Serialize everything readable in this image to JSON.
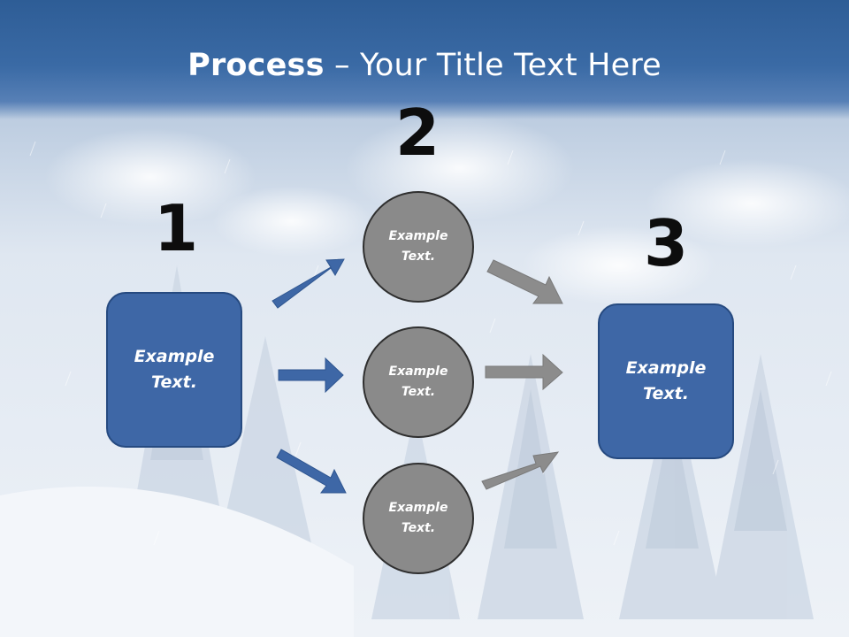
{
  "title": {
    "bold": "Process",
    "rest": " – Your Title Text Here"
  },
  "steps": {
    "one": "1",
    "two": "2",
    "three": "3"
  },
  "box_left": {
    "text": "Example\nText."
  },
  "circles": [
    {
      "text": "Example\nText."
    },
    {
      "text": "Example\nText."
    },
    {
      "text": "Example\nText."
    }
  ],
  "box_right": {
    "text": "Example\nText."
  },
  "colors": {
    "title_band": "#3a6aa5",
    "box_fill": "#3e67a6",
    "box_border": "#264a80",
    "circle_fill": "#8a8a8a",
    "circle_border": "#2f2f2f",
    "arrow_blue": "#3e67a6",
    "arrow_gray": "#8c8c8c"
  }
}
